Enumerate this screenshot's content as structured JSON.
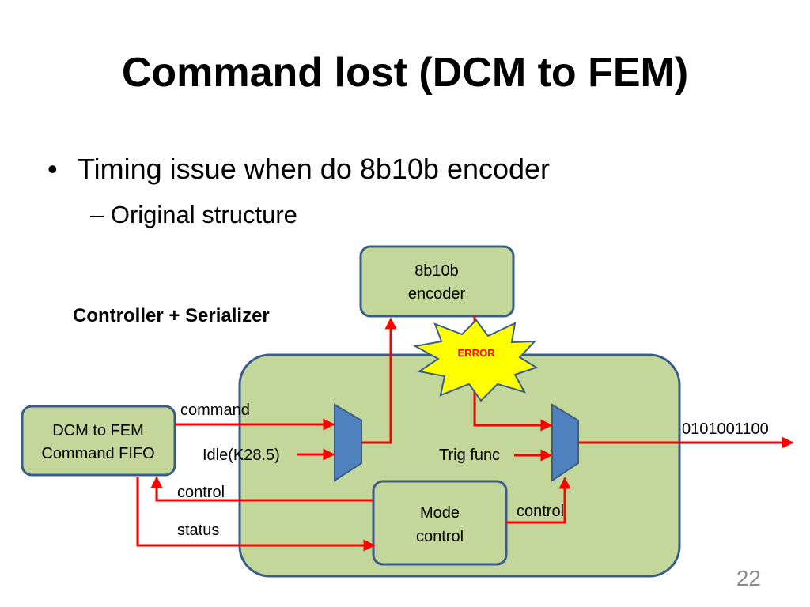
{
  "slide": {
    "title": "Command lost (DCM to FEM)",
    "bullet": "Timing issue when do 8b10b encoder",
    "sub_bullet": "– Original structure",
    "page_number": "22"
  },
  "diagram": {
    "label": "Controller + Serializer",
    "fifo_block": [
      "DCM to FEM",
      "Command FIFO"
    ],
    "encoder_block": [
      "8b10b",
      "encoder"
    ],
    "mode_control_block": [
      "Mode",
      "control"
    ],
    "error_burst": "ERROR",
    "signals": {
      "command": "command",
      "idle": "Idle(K28.5)",
      "control_left": "control",
      "status": "status",
      "trig_func": "Trig func",
      "control_right": "control",
      "output": "0101001100"
    },
    "colors": {
      "block_fill": "#c4d79b",
      "block_border": "#385d8a",
      "mux_fill": "#4f81bd",
      "arrow": "#ff0000",
      "burst_fill": "#ffff00",
      "burst_text": "#ff0000"
    }
  }
}
